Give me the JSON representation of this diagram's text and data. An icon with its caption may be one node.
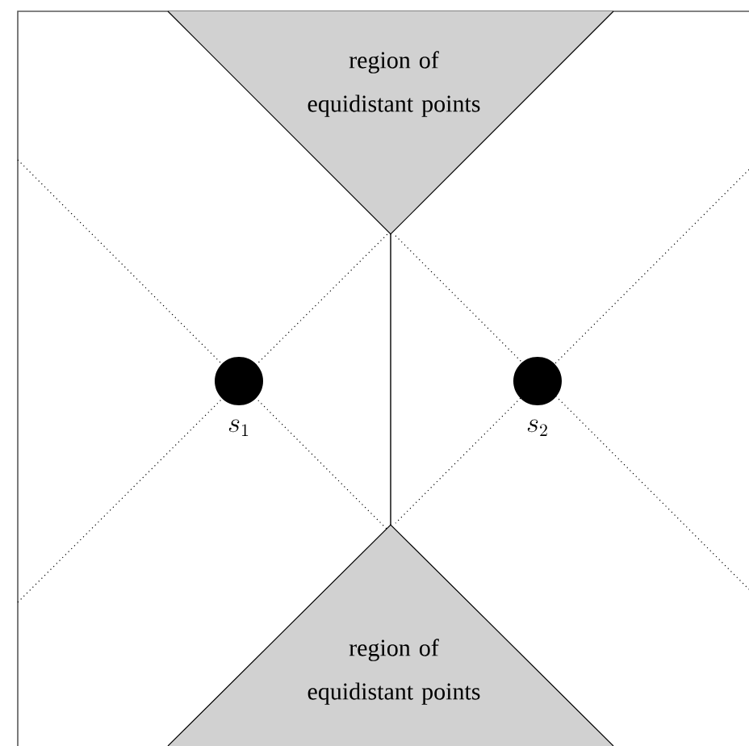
{
  "diagram": {
    "nodes": [
      {
        "text": [
          "region of equidistant points"
        ]
      },
      {
        "text": [],
        "shape": "circle",
        "beside": [
          "s_1"
        ]
      },
      {
        "text": [],
        "shape": "circle",
        "beside": [
          "s_2"
        ]
      },
      {
        "text": [
          "region of equidistant points"
        ]
      }
    ],
    "edges": [
      {
        "from": 0,
        "to": 3,
        "arrow": "none"
      }
    ]
  }
}
